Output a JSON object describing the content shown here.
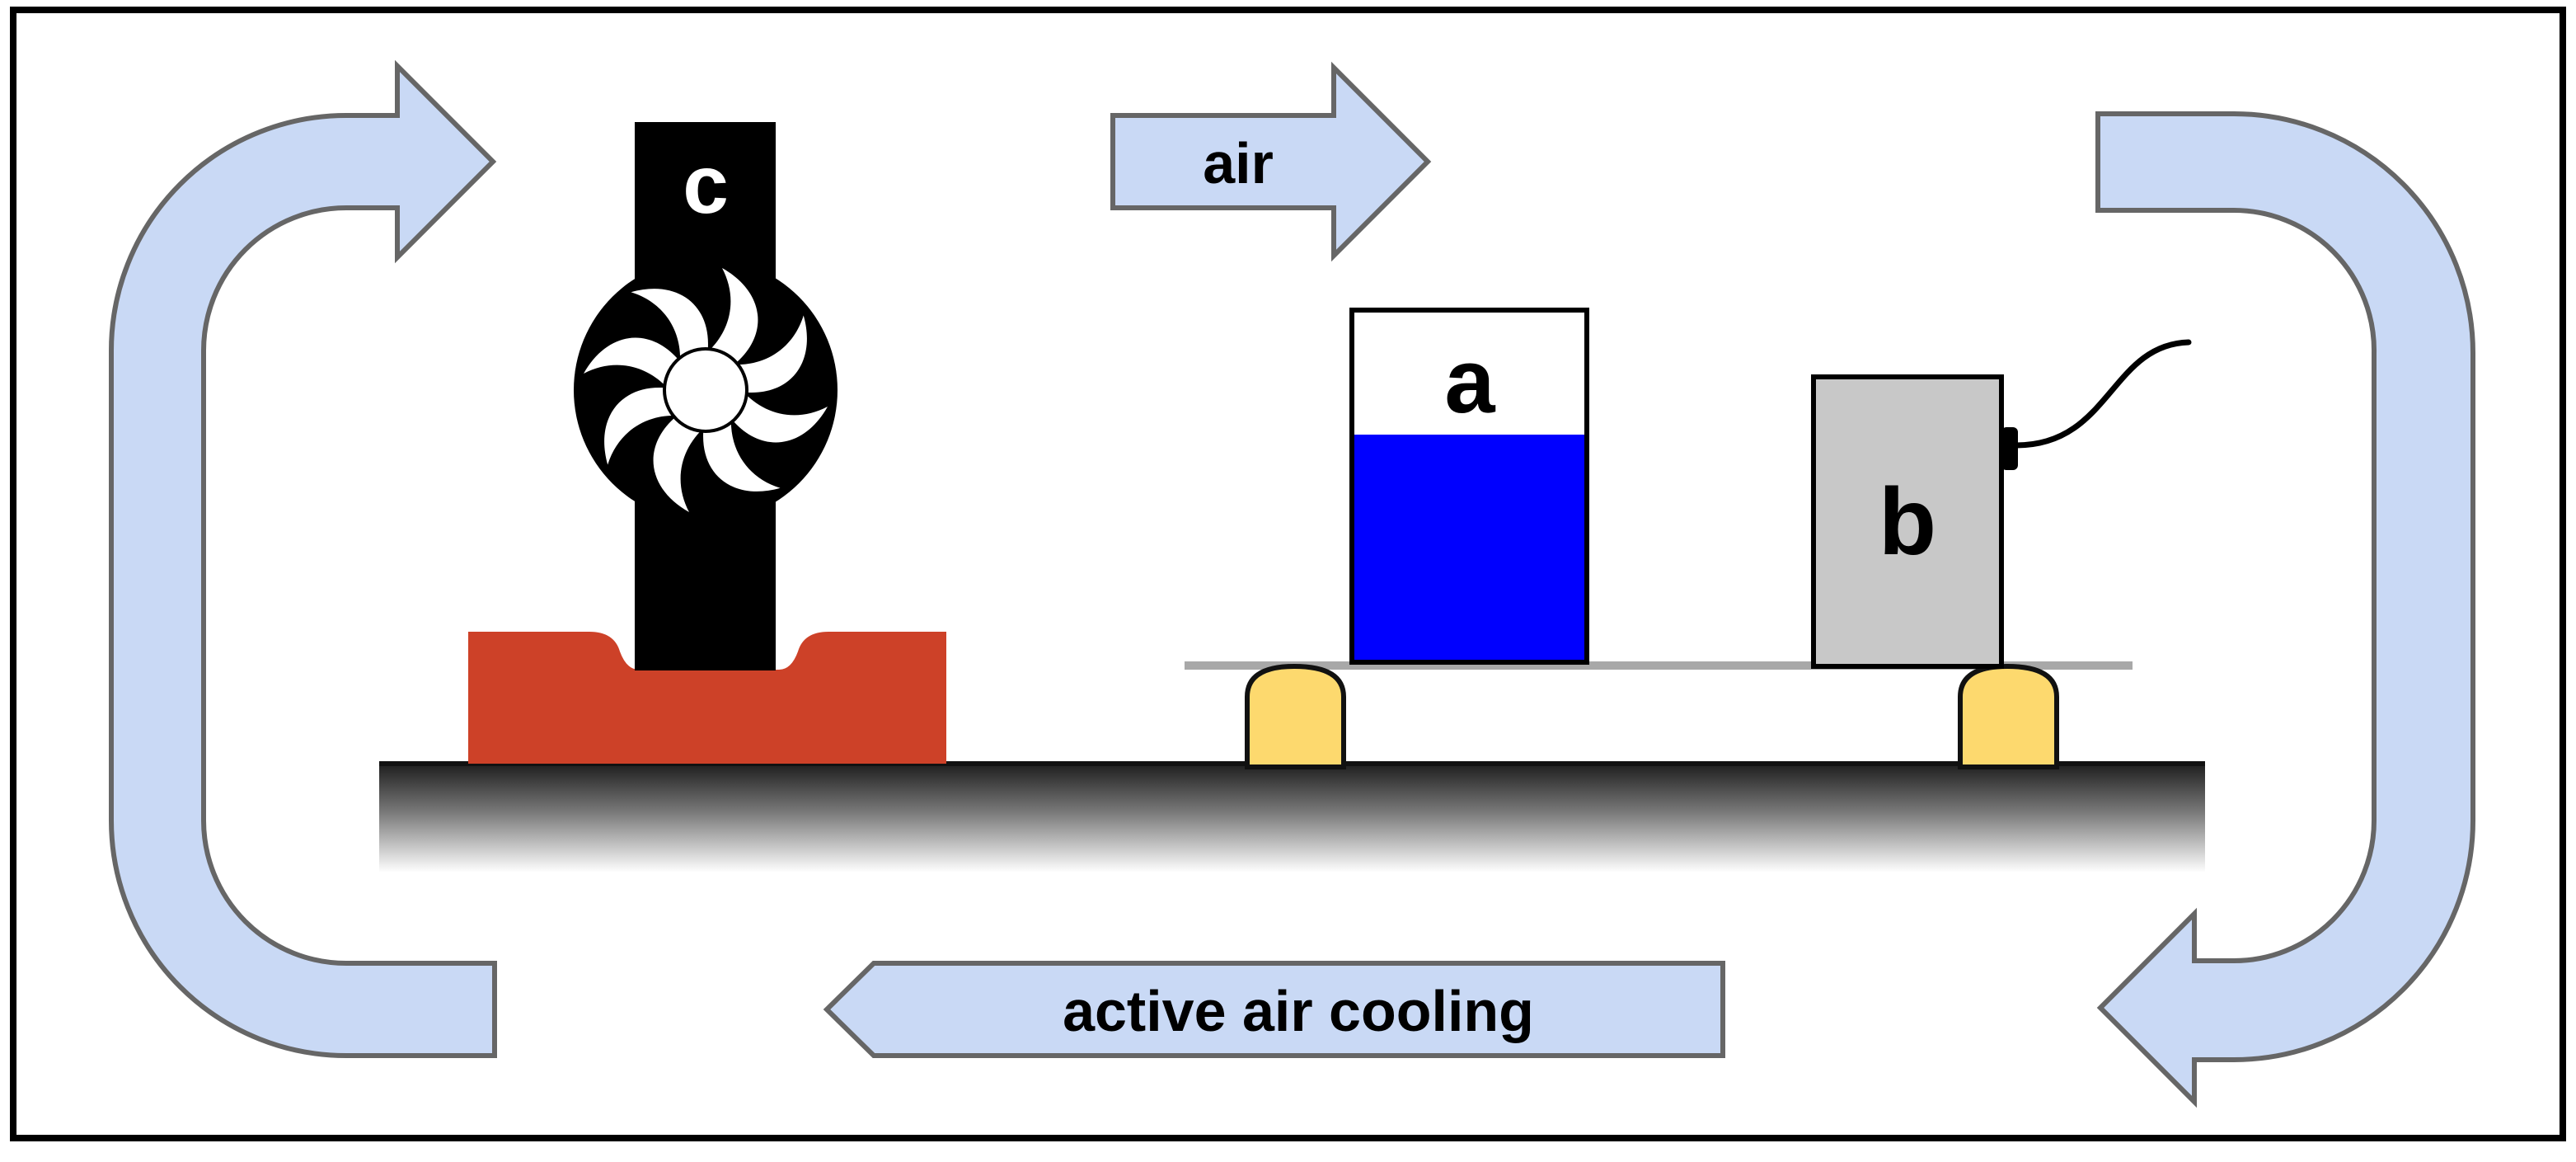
{
  "labels": {
    "a": "a",
    "b": "b",
    "c": "c",
    "air": "air",
    "cooling": "active air cooling"
  },
  "colors": {
    "frame": "#000000",
    "arrow_fill": "#c9d9f5",
    "arrow_stroke": "#666666",
    "table_top": "#222222",
    "table_fade": "#ffffff",
    "fan_body": "#000000",
    "fan_base": "#cd4128",
    "water": "#0000ff",
    "container": "#ffffff",
    "device_box": "#c8c8c8",
    "support_feet": "#fdd96e",
    "platform_plate": "#a8a8a8"
  },
  "icons": {
    "fan": "fan-icon",
    "cable": "cable-icon"
  }
}
